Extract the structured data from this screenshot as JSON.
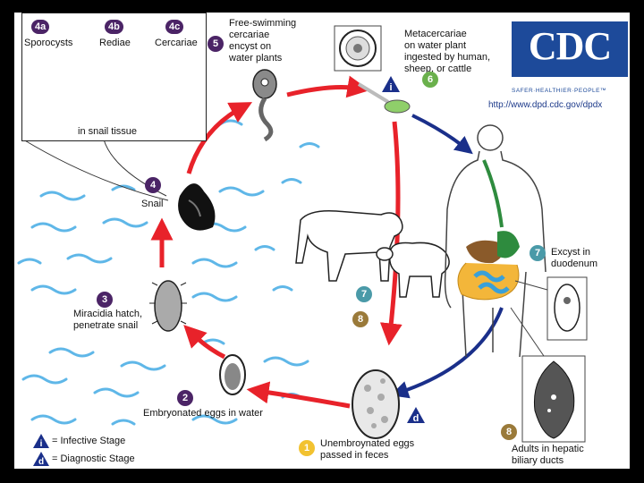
{
  "logo": {
    "text": "CDC",
    "tagline": "SAFER·HEALTHIER·PEOPLE™",
    "url": "http://www.dpd.cdc.gov/dpdx"
  },
  "stages": {
    "s4a": {
      "num": "4a",
      "label": "Sporocysts"
    },
    "s4b": {
      "num": "4b",
      "label": "Rediae"
    },
    "s4c": {
      "num": "4c",
      "label": "Cercariae"
    },
    "inset_caption": "in snail tissue",
    "s5": {
      "num": "5",
      "label": [
        "Free-swimming",
        "cercariae",
        "encyst on",
        "water plants"
      ]
    },
    "s6": {
      "num": "6",
      "label": [
        "Metacercariae",
        "on water plant",
        "ingested by human,",
        "sheep, or cattle"
      ]
    },
    "s4": {
      "num": "4",
      "label": "Snail"
    },
    "s3": {
      "num": "3",
      "label": [
        "Miracidia hatch,",
        "penetrate snail"
      ]
    },
    "s2": {
      "num": "2",
      "label": "Embryonated eggs in water"
    },
    "s1": {
      "num": "1",
      "label": [
        "Unembroynated eggs",
        "passed in feces"
      ]
    },
    "s7": {
      "num": "7",
      "label": [
        "Excyst in",
        "duodenum"
      ]
    },
    "s7b": {
      "num": "7"
    },
    "s8": {
      "num": "8",
      "label": [
        "Adults in hepatic",
        "biliary ducts"
      ]
    },
    "s8b": {
      "num": "8"
    }
  },
  "markers": {
    "infective": "i",
    "diagnostic": "d"
  },
  "legend": {
    "infective": "= Infective Stage",
    "diagnostic": "= Diagnostic Stage"
  },
  "colors": {
    "water": "#5fb7e8",
    "red_arrow": "#e8222a",
    "blue_arrow": "#1a2f8a",
    "stage_badge": "#4b2466",
    "teal_badge": "#4a9aa8",
    "olive_badge": "#9a7a3a",
    "yellow_badge": "#f2c230",
    "green_badge": "#6ab04c",
    "cdc_blue": "#1d4a9a"
  }
}
